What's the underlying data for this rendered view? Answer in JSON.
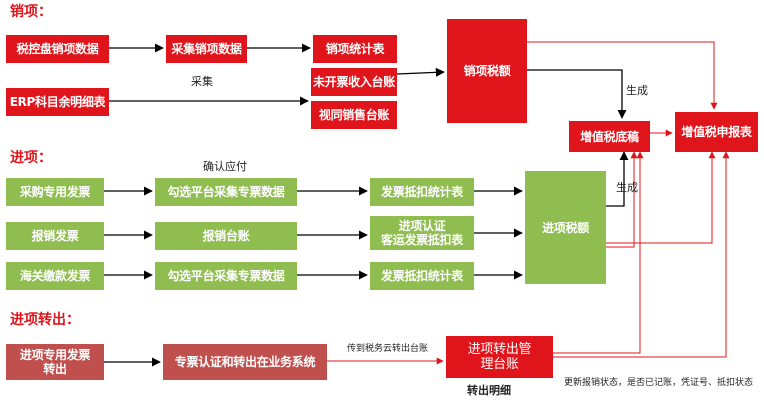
{
  "sections": {
    "sales": "销项：",
    "input": "进项：",
    "transfer": "进项转出："
  },
  "boxes": {
    "tax_control_sales": "税控盘销项数据",
    "erp_balance": "ERP科目余明细表",
    "collect_sales": "采集销项数据",
    "sales_stats": "销项统计表",
    "uninvoiced_ledger": "未开票收入台账",
    "deemed_sales_ledger": "视同销售台账",
    "sales_tax": "销项税额",
    "vat_draft": "增值税底稿",
    "vat_return": "增值税申报表",
    "purchase_special_invoice": "采购专用发票",
    "reimburse_invoice": "报销发票",
    "customs_invoice": "海关缴款发票",
    "select_platform_1": "勾选平台采集专票数据",
    "reimburse_ledger": "报销台账",
    "select_platform_2": "勾选平台采集专票数据",
    "deduct_stats_1": "发票抵扣统计表",
    "input_cert": "进项认证\n客运发票抵扣表",
    "deduct_stats_2": "发票抵扣统计表",
    "input_tax": "进项税额",
    "input_special_transfer": "进项专用发票\n转出",
    "cert_transfer": "专票认证和转出在业务系统",
    "transfer_ledger": "进项转出管\n理台账"
  },
  "labels": {
    "collect": "采集",
    "generate_1": "生成",
    "confirm_payable": "确认应付",
    "generate_2": "生成",
    "upload_cloud": "传到税务云转出台账",
    "transfer_detail": "转出明细",
    "update_status": "更新报销状态，是否已记账，凭证号、抵扣状态"
  },
  "colors": {
    "red_box": "#e0141b",
    "green_box": "#8fbd4f",
    "dark_red_box": "#c0504d",
    "arrow": "#000000",
    "red_line": "#e0141b"
  }
}
